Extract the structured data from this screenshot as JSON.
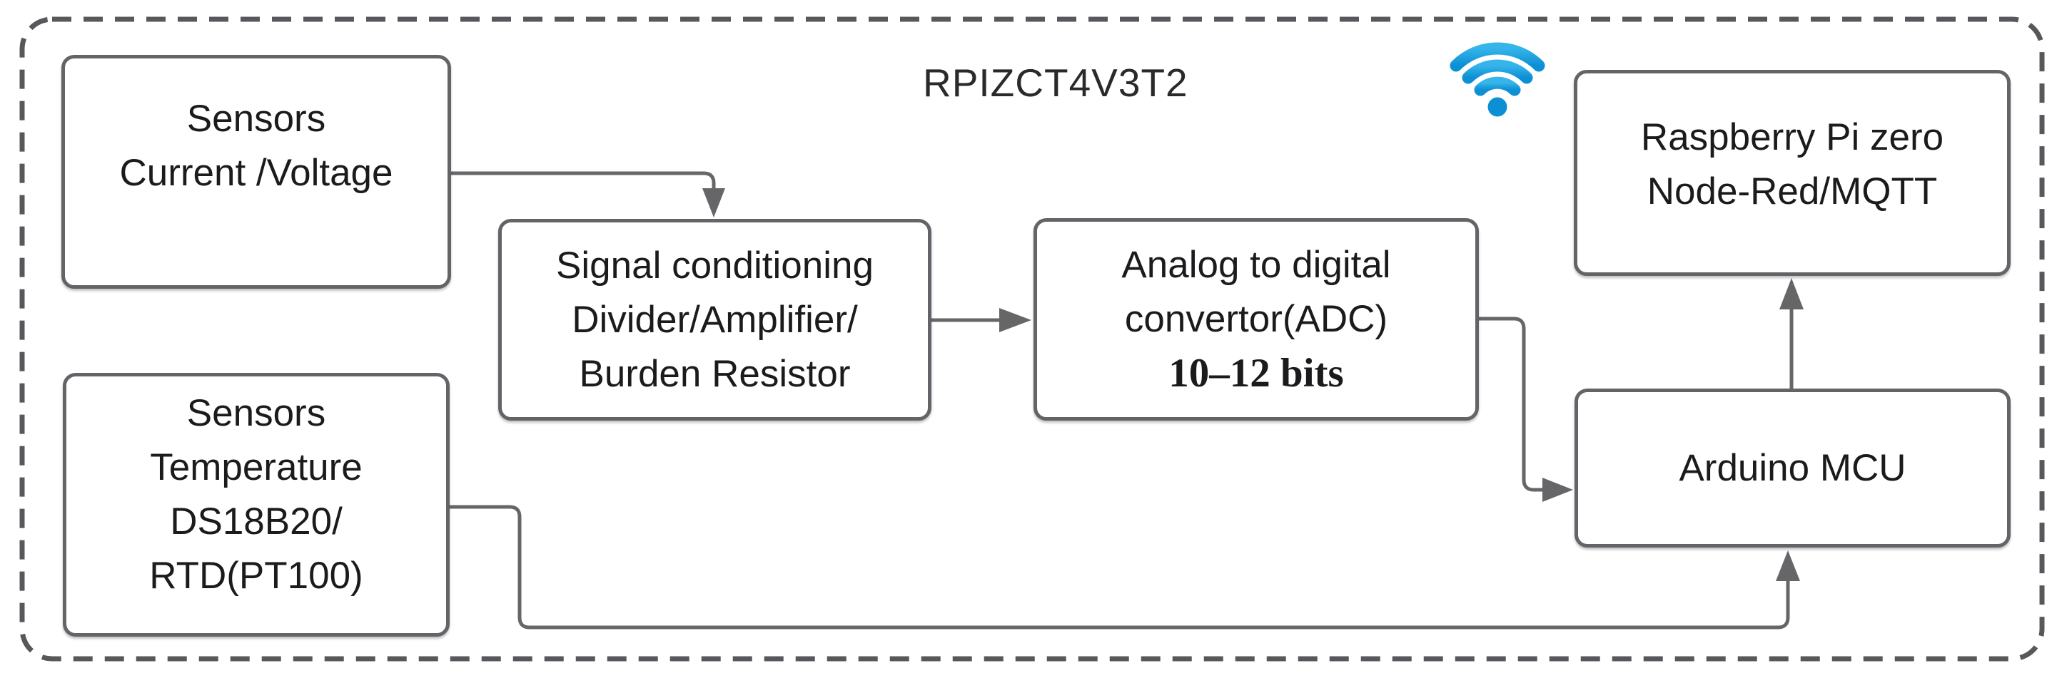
{
  "diagram": {
    "title": "RPIZCT4V3T2",
    "boundary_style": "dashed rounded rectangle",
    "colors": {
      "wire": "#666669",
      "box_border": "#626467",
      "boundary_dash": "#57585b",
      "text": "#1b1b1d",
      "wifi_blue_top": "#35B5EA",
      "wifi_blue_bottom": "#0D8FD4"
    },
    "icons": {
      "wifi": "wifi-icon"
    },
    "nodes": {
      "sensors_current_voltage": {
        "lines": [
          "Sensors",
          "Current /Voltage"
        ]
      },
      "signal_conditioning": {
        "lines": [
          "Signal conditioning",
          "Divider/Amplifier/",
          "Burden Resistor"
        ]
      },
      "adc": {
        "lines": [
          "Analog to digital",
          "convertor(ADC)",
          "10–12 bits"
        ]
      },
      "raspberry_pi": {
        "lines": [
          "Raspberry Pi zero",
          "Node-Red/MQTT"
        ]
      },
      "sensors_temperature": {
        "lines": [
          "Sensors",
          "Temperature",
          "DS18B20/",
          "RTD(PT100)"
        ]
      },
      "arduino_mcu": {
        "lines": [
          "Arduino MCU"
        ]
      }
    },
    "connections": [
      {
        "from": "sensors_current_voltage",
        "to": "signal_conditioning"
      },
      {
        "from": "signal_conditioning",
        "to": "adc"
      },
      {
        "from": "adc",
        "to": "arduino_mcu"
      },
      {
        "from": "arduino_mcu",
        "to": "raspberry_pi"
      },
      {
        "from": "sensors_temperature",
        "to": "arduino_mcu"
      }
    ]
  }
}
